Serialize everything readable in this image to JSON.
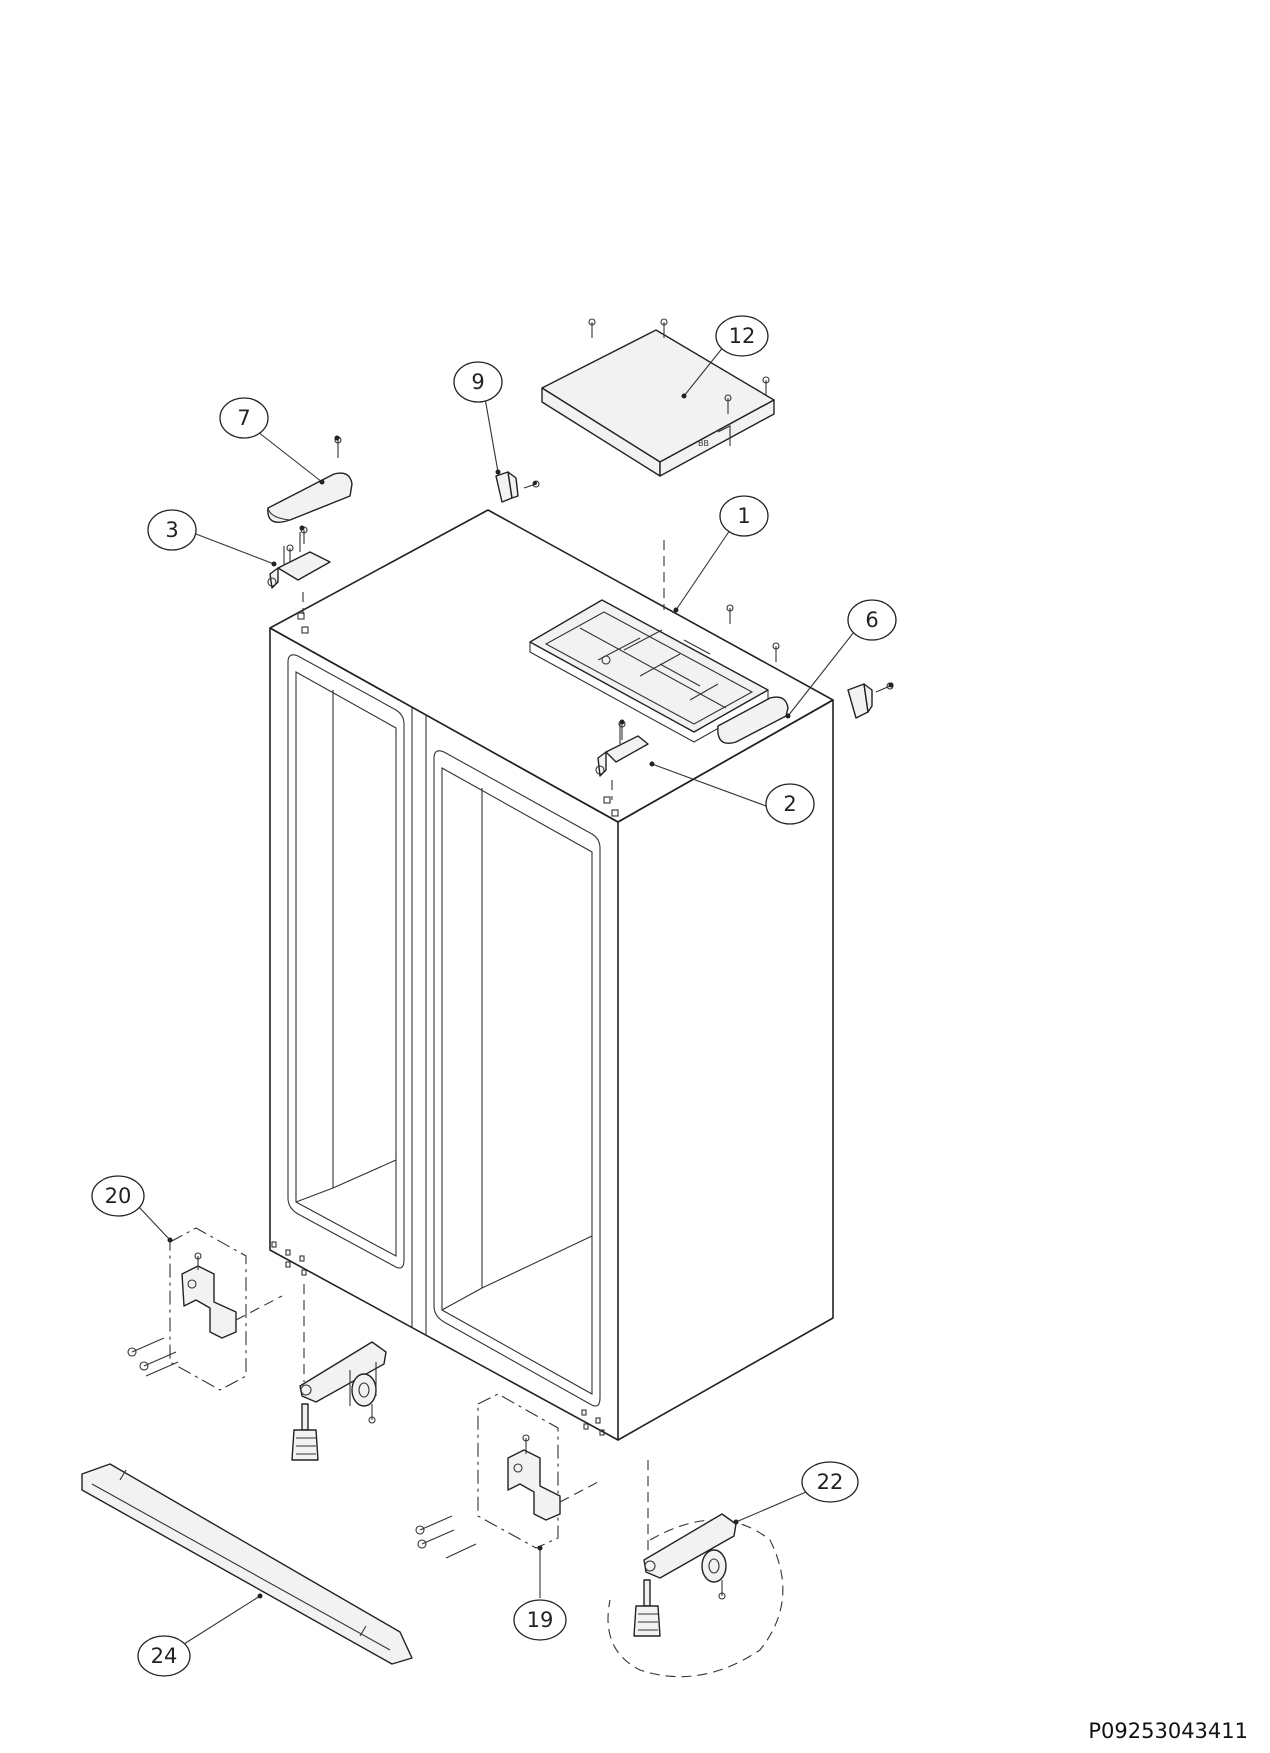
{
  "callouts": [
    {
      "label": "1"
    },
    {
      "label": "2"
    },
    {
      "label": "3"
    },
    {
      "label": "6"
    },
    {
      "label": "7"
    },
    {
      "label": "9"
    },
    {
      "label": "12"
    },
    {
      "label": "19"
    },
    {
      "label": "20"
    },
    {
      "label": "22"
    },
    {
      "label": "24"
    }
  ],
  "document_id": "P09253043411"
}
